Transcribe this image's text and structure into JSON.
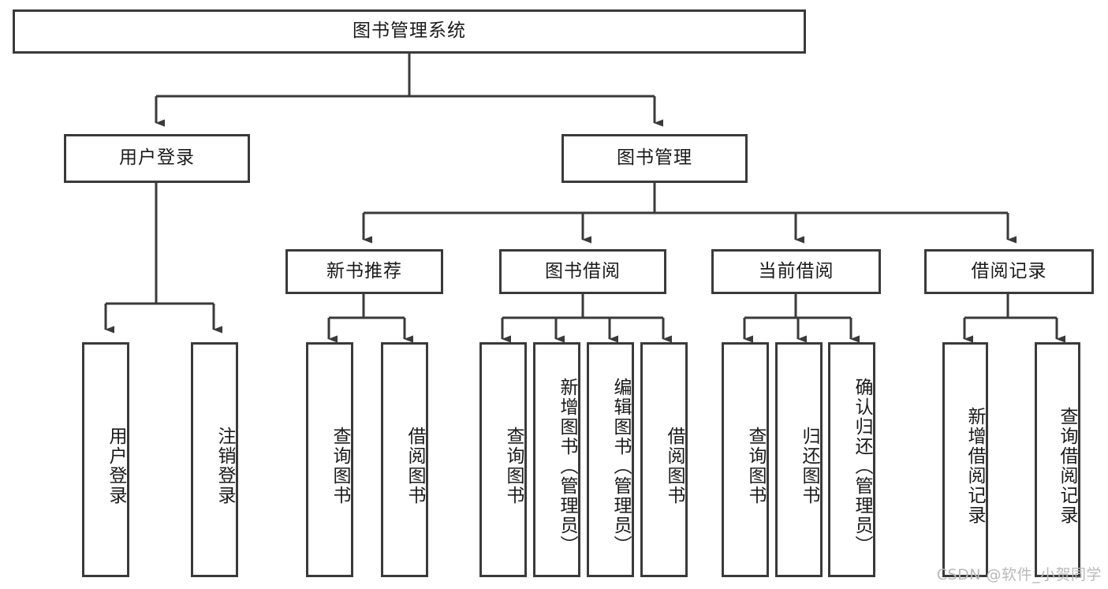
{
  "diagram": {
    "title": "图书管理系统",
    "watermark": "CSDN @软件_小贺同学",
    "stroke_color": "#3a3a3a",
    "background_color": "#ffffff",
    "text_color": "#1a1a1a",
    "levels": {
      "root": {
        "label": "图书管理系统"
      },
      "level2": [
        {
          "id": "user-login",
          "label": "用户登录"
        },
        {
          "id": "book-manage",
          "label": "图书管理"
        }
      ],
      "level3": [
        {
          "id": "new-book-recommend",
          "label": "新书推荐"
        },
        {
          "id": "book-borrow",
          "label": "图书借阅"
        },
        {
          "id": "current-borrow",
          "label": "当前借阅"
        },
        {
          "id": "borrow-record",
          "label": "借阅记录"
        }
      ],
      "level4": {
        "user_login_children": [
          {
            "id": "leaf-user-login",
            "label": "用户登录"
          },
          {
            "id": "leaf-logout-login",
            "label": "注销登录"
          }
        ],
        "new_book_recommend_children": [
          {
            "id": "leaf-query-book-1",
            "label": "查询图书"
          },
          {
            "id": "leaf-borrow-book-1",
            "label": "借阅图书"
          }
        ],
        "book_borrow_children": [
          {
            "id": "leaf-query-book-2",
            "label": "查询图书"
          },
          {
            "id": "leaf-add-book",
            "label": "新增图书（管理员）"
          },
          {
            "id": "leaf-edit-book",
            "label": "编辑图书（管理员）"
          },
          {
            "id": "leaf-borrow-book-2",
            "label": "借阅图书"
          }
        ],
        "current_borrow_children": [
          {
            "id": "leaf-query-book-3",
            "label": "查询图书"
          },
          {
            "id": "leaf-return-book",
            "label": "归还图书"
          },
          {
            "id": "leaf-confirm-return",
            "label": "确认归还（管理员）"
          }
        ],
        "borrow_record_children": [
          {
            "id": "leaf-add-record",
            "label": "新增借阅记录"
          },
          {
            "id": "leaf-query-record",
            "label": "查询借阅记录"
          }
        ]
      }
    }
  }
}
